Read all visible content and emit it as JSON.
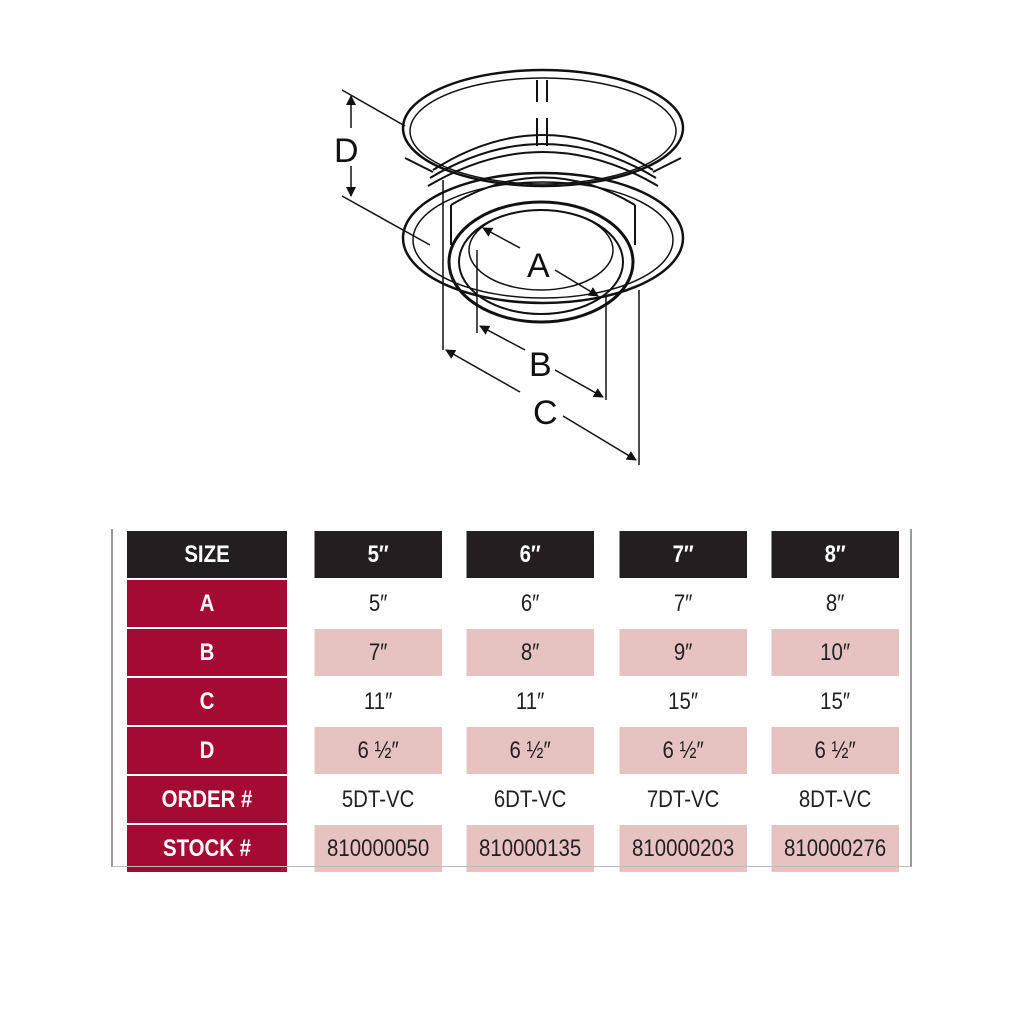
{
  "diagram": {
    "title": "Wall thimble dimension diagram",
    "labels": {
      "a": "A",
      "b": "B",
      "c": "C",
      "d": "D"
    }
  },
  "table": {
    "header": {
      "label": "SIZE",
      "sizes": [
        "5″",
        "6″",
        "7″",
        "8″"
      ]
    },
    "rows": [
      {
        "label": "A",
        "values": [
          "5″",
          "6″",
          "7″",
          "8″"
        ]
      },
      {
        "label": "B",
        "values": [
          "7″",
          "8″",
          "9″",
          "10″"
        ]
      },
      {
        "label": "C",
        "values": [
          "11″",
          "11″",
          "15″",
          "15″"
        ]
      },
      {
        "label": "D",
        "values": [
          "6 ½″",
          "6 ½″",
          "6 ½″",
          "6 ½″"
        ]
      },
      {
        "label": "ORDER #",
        "values": [
          "5DT-VC",
          "6DT-VC",
          "7DT-VC",
          "8DT-VC"
        ]
      },
      {
        "label": "STOCK #",
        "values": [
          "810000050",
          "810000135",
          "810000203",
          "810000276"
        ]
      }
    ]
  },
  "colors": {
    "header_bg": "#231f20",
    "label_bg": "#a50a34",
    "stripe_bg": "#e6c3c0",
    "text": "#231f20"
  }
}
